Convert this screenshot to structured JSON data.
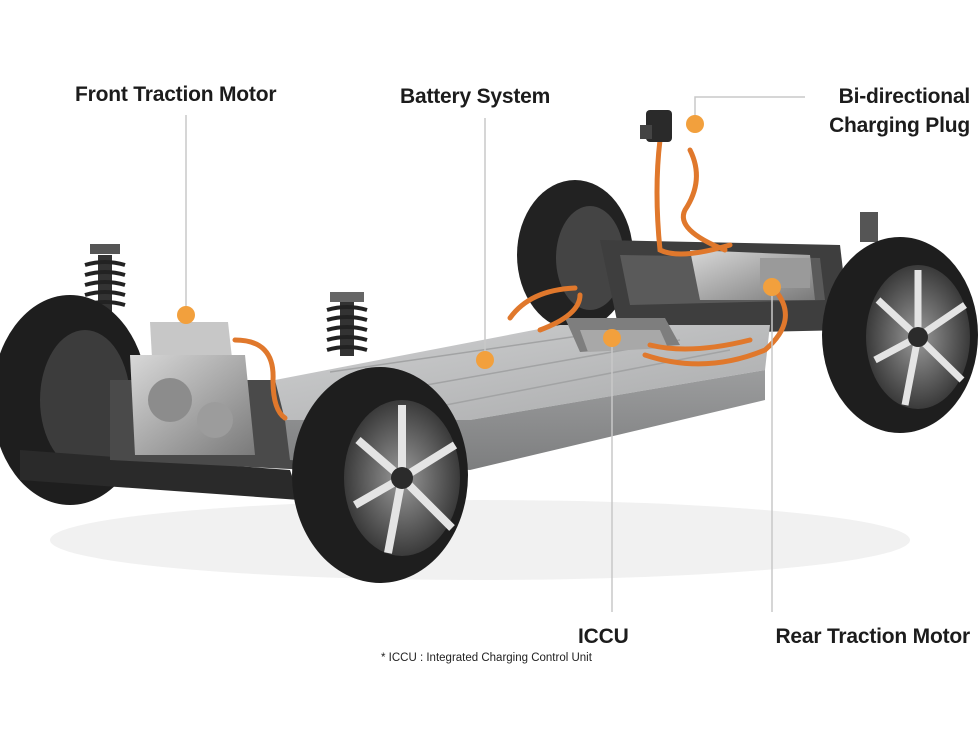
{
  "labels": {
    "front_motor": "Front Traction Motor",
    "battery": "Battery System",
    "plug_line1": "Bi-directional",
    "plug_line2": "Charging Plug",
    "iccu": "ICCU",
    "rear_motor": "Rear Traction Motor"
  },
  "footnote": "* ICCU : Integrated Charging Control Unit",
  "colors": {
    "callout_dot": "#f2a03d",
    "cable": "#e0782c",
    "leader_line": "#c8c8c8",
    "battery_top": "#b9babb",
    "tire": "#1e1e1e"
  }
}
